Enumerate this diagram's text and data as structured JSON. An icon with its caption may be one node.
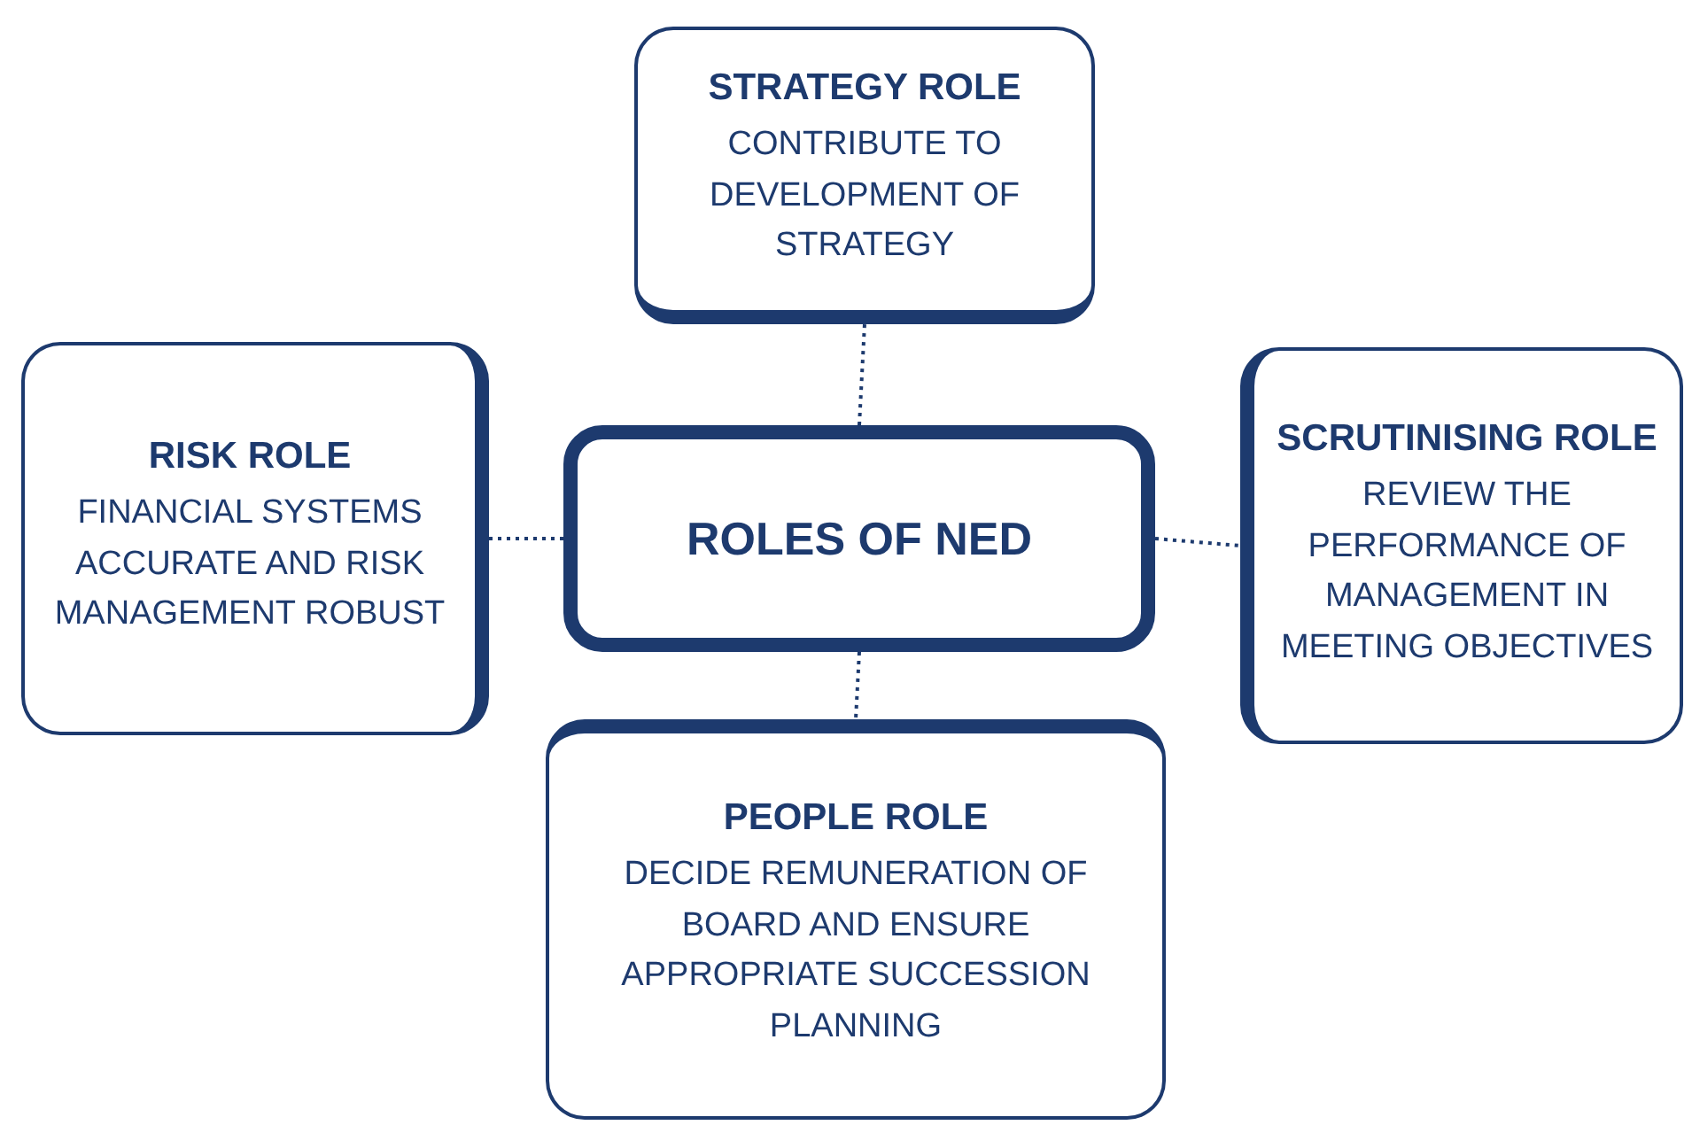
{
  "diagram": {
    "nodes": [
      {
        "text": [
          "STRATEGY ROLE",
          "CONTRIBUTE TO DEVELOPMENT OF STRATEGY"
        ]
      },
      {
        "text": [
          "RISK ROLE",
          "FINANCIAL SYSTEMS ACCURATE AND RISK MANAGEMENT ROBUST"
        ]
      },
      {
        "text": [
          "ROLES OF NED"
        ]
      },
      {
        "text": [
          "SCRUTINISING ROLE",
          "REVIEW THE PERFORMANCE OF MANAGEMENT IN MEETING OBJECTIVES"
        ]
      },
      {
        "text": [
          "PEOPLE ROLE",
          "DECIDE REMUNERATION OF BOARD AND ENSURE APPROPRIATE SUCCESSION PLANNING"
        ]
      }
    ],
    "edges": [
      {
        "from": 2,
        "to": 0,
        "arrow": "none"
      },
      {
        "from": 2,
        "to": 1,
        "arrow": "none"
      },
      {
        "from": 2,
        "to": 3,
        "arrow": "none"
      },
      {
        "from": 2,
        "to": 4,
        "arrow": "none"
      }
    ]
  }
}
